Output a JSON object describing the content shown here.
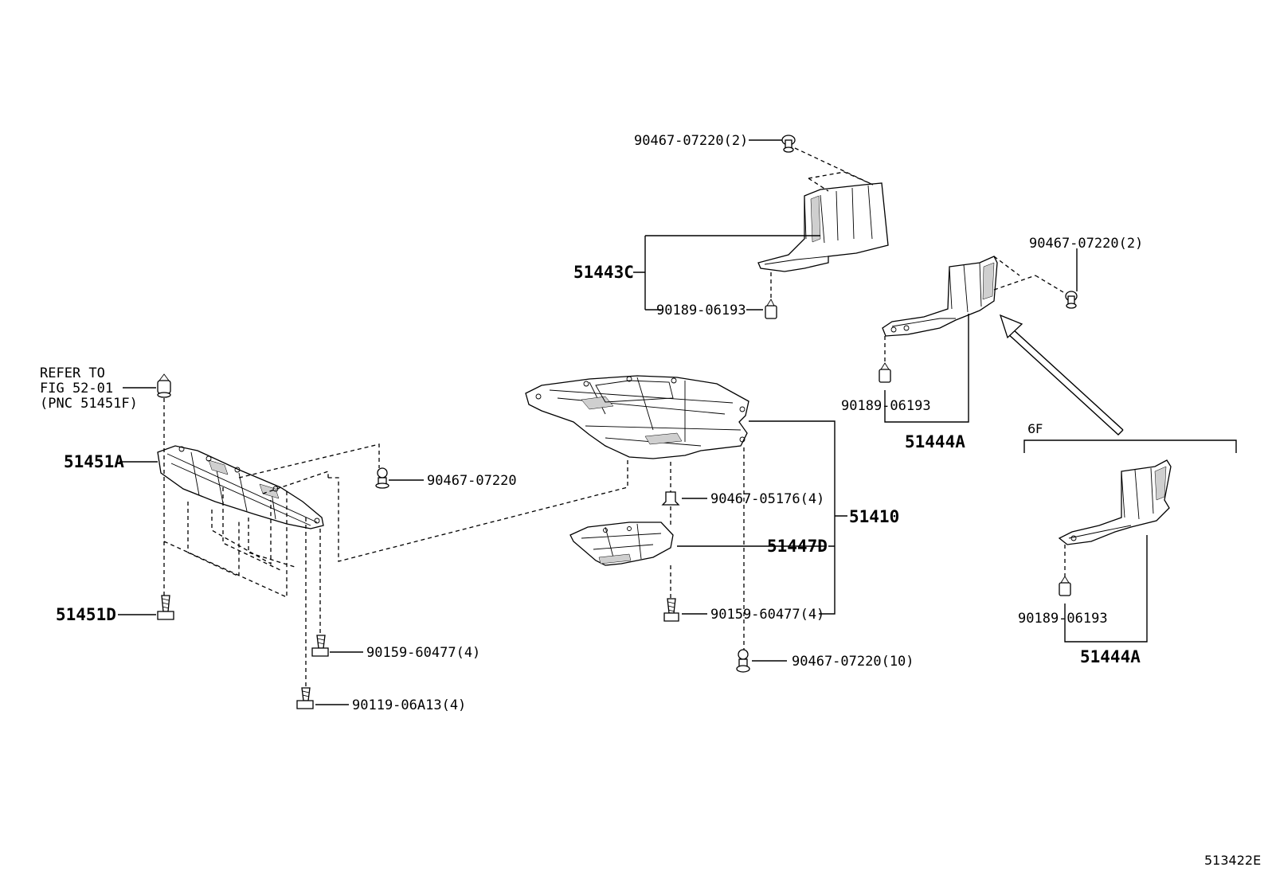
{
  "callouts": {
    "c_90467_07220_2_top": "90467-07220(2)",
    "c_51443c": "51443C",
    "c_90189_06193_top": "90189-06193",
    "c_90467_07220_2_right": "90467-07220(2)",
    "c_90189_06193_mid": "90189-06193",
    "c_51444a_mid": "51444A",
    "c_6f": "6F",
    "c_refer_line1": "REFER TO",
    "c_refer_line2": "FIG 52-01",
    "c_refer_line3": "(PNC 51451F)",
    "c_51451a": "51451A",
    "c_90467_07220_left": "90467-07220",
    "c_51451d": "51451D",
    "c_90159_60477_4_left": "90159-60477(4)",
    "c_90119_06a13_4": "90119-06A13(4)",
    "c_90467_05176_4": "90467-05176(4)",
    "c_51410": "51410",
    "c_51447d": "51447D",
    "c_90159_60477_4_center": "90159-60477(4)",
    "c_90467_07220_10": "90467-07220(10)",
    "c_90189_06193_right": "90189-06193",
    "c_51444a_right": "51444A",
    "c_figure_code": "513422E"
  }
}
